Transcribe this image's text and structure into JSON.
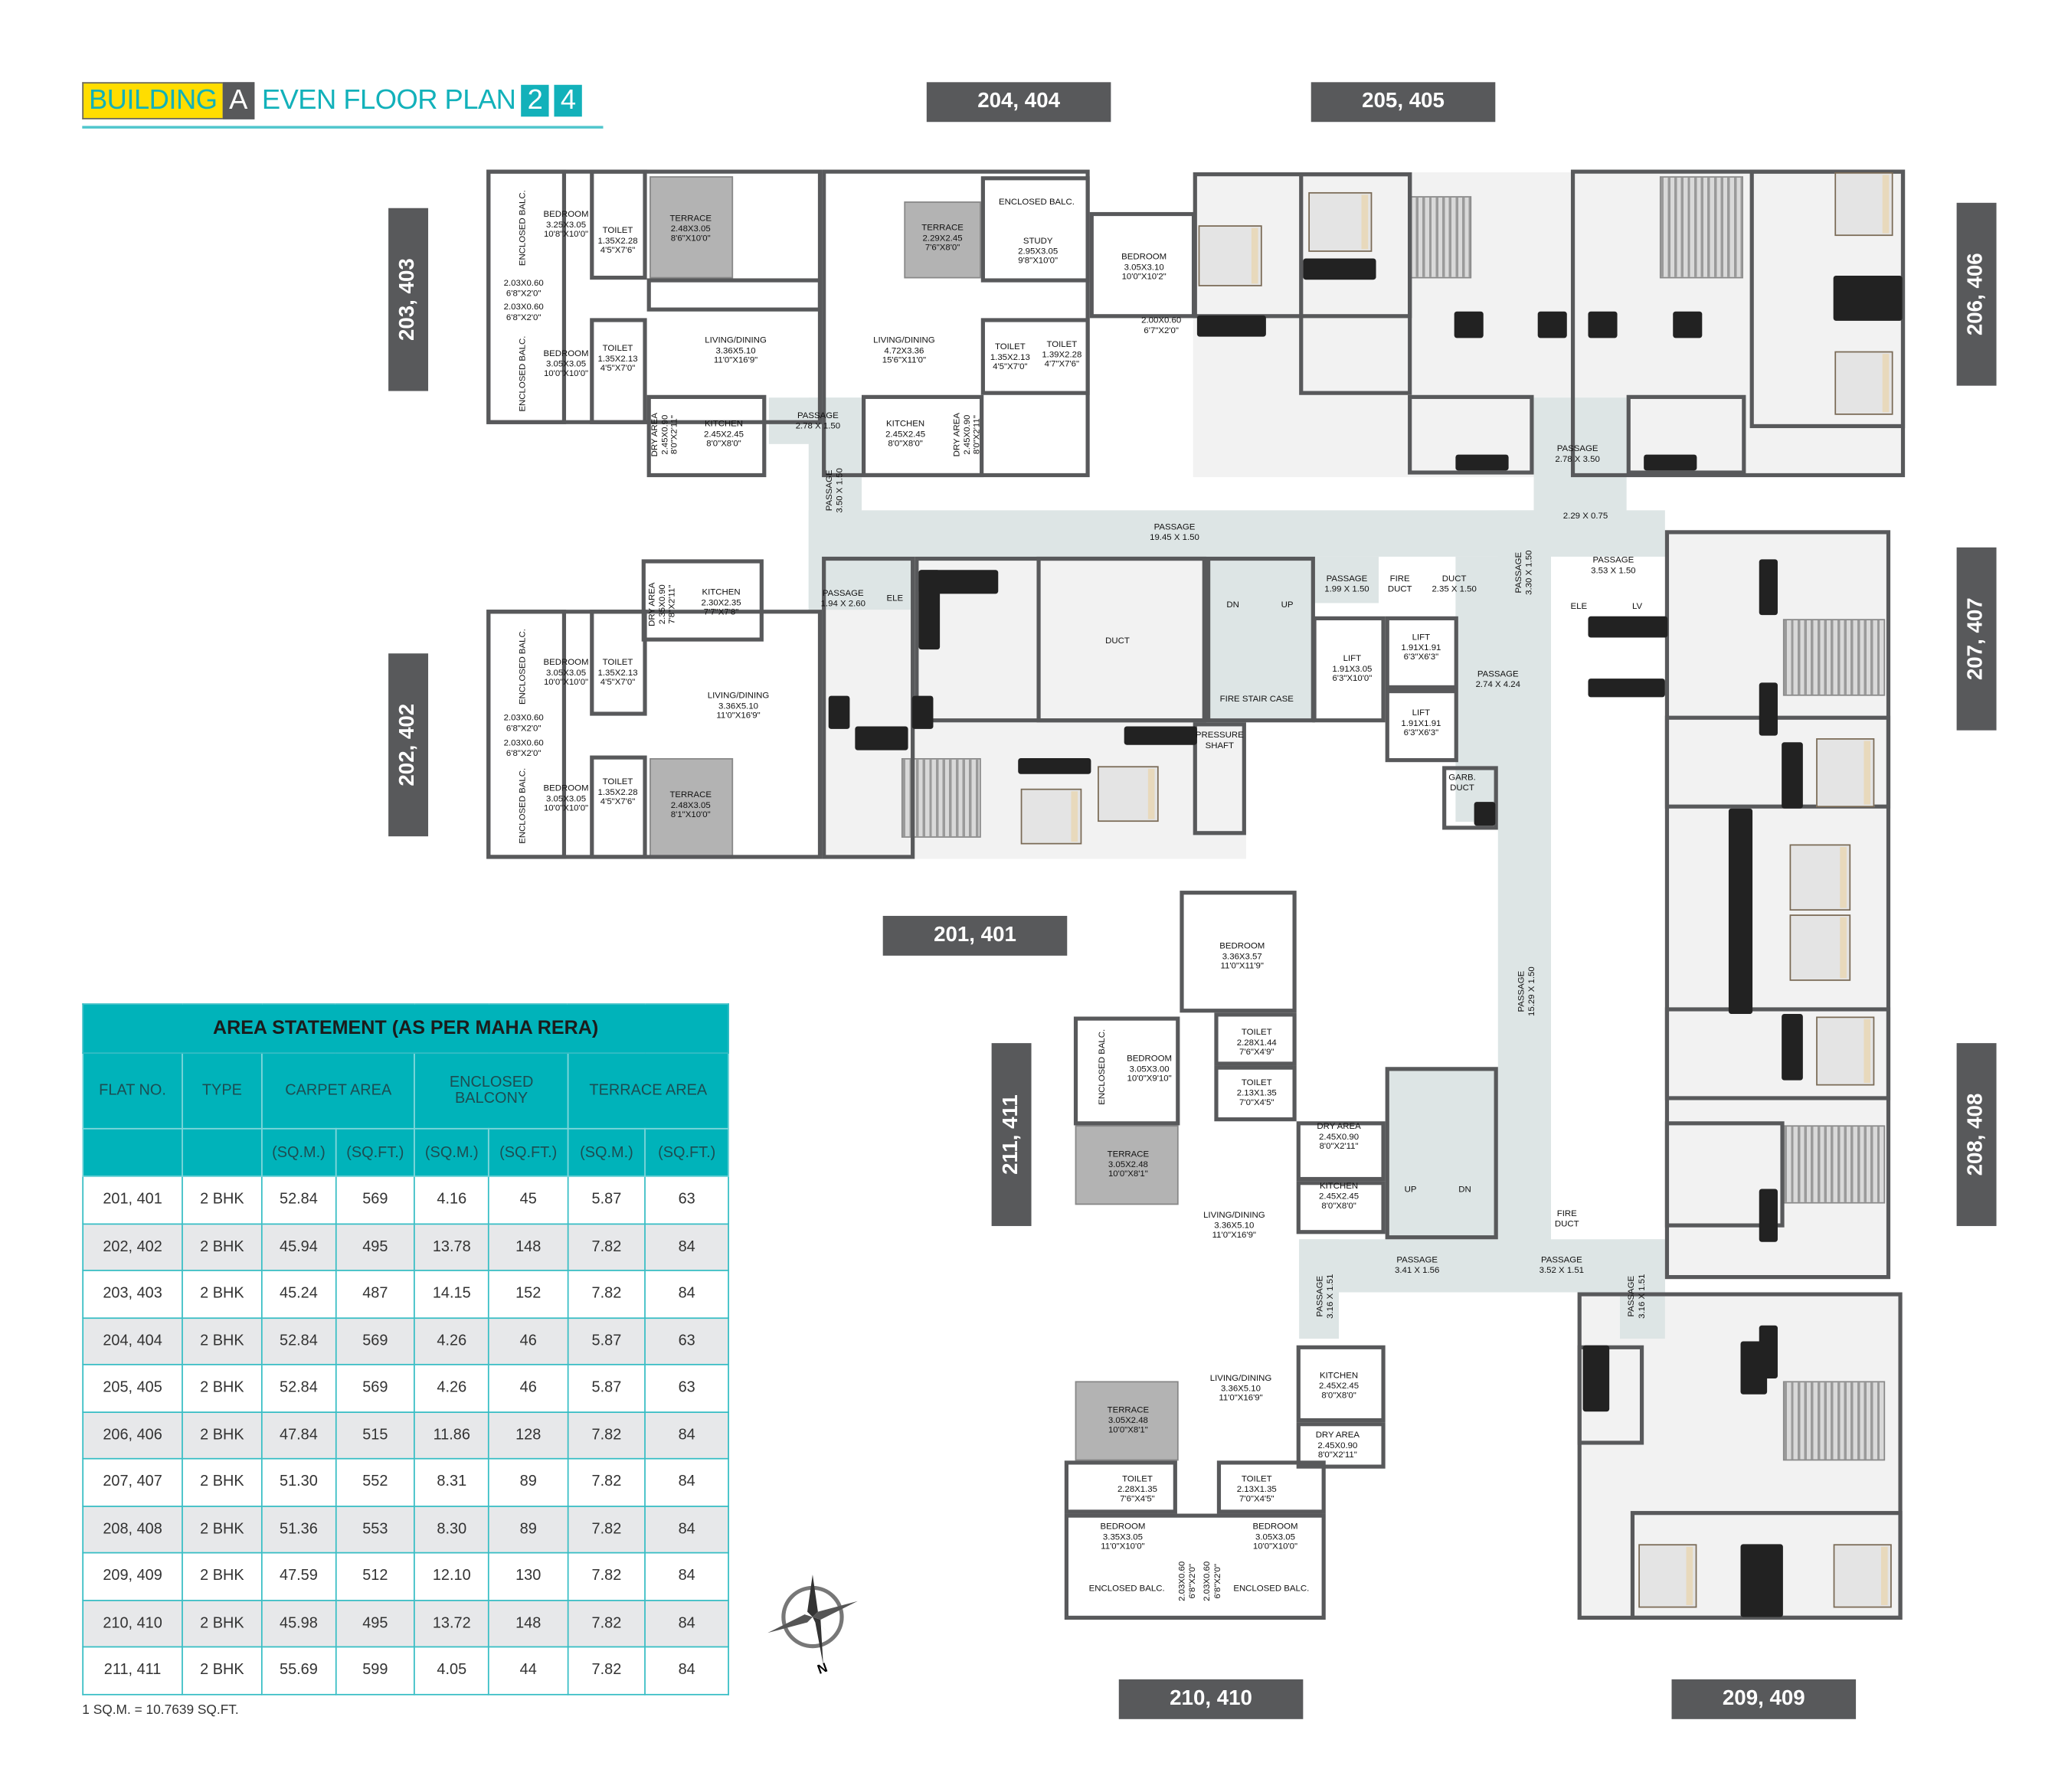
{
  "title": {
    "building": "BUILDING",
    "block": "A",
    "plan": "EVEN FLOOR PLAN",
    "floors": [
      "2",
      "4"
    ]
  },
  "colors": {
    "teal": "#00b3ba",
    "yellow": "#ffdd00",
    "dark_gray": "#58595b",
    "passage": "#dde5e5",
    "terrace": "#b3b3b3"
  },
  "unit_tags": {
    "u204": "204, 404",
    "u205": "205, 405",
    "u203": "203, 403",
    "u202": "202, 402",
    "u201": "201, 401",
    "u206": "206, 406",
    "u207": "207, 407",
    "u208": "208, 408",
    "u211": "211, 411",
    "u210": "210, 410",
    "u209": "209, 409"
  },
  "plan": {
    "labels": [
      "ENCLOSED BALC.",
      "BEDROOM\n3.25X3.05\n10'8\"X10'0\"",
      "TOILET\n1.35X2.28\n4'5\"X7'6\"",
      "TERRACE\n2.48X3.05\n8'6\"X10'0\"",
      "2.03X0.60\n6'8\"X2'0\"",
      "2.03X0.60\n6'8\"X2'0\"",
      "ENCLOSED BALC.",
      "BEDROOM\n3.05X3.05\n10'0\"X10'0\"",
      "TOILET\n1.35X2.13\n4'5\"X7'0\"",
      "LIVING/DINING\n3.36X5.10\n11'0\"X16'9\"",
      "DRY AREA\n2.45X0.90\n8'0\"X2'11\"",
      "KITCHEN\n2.45X2.45\n8'0\"X8'0\"",
      "PASSAGE\n2.78 X 1.50",
      "LIVING/DINING\n4.72X3.36\n15'6\"X11'0\"",
      "KITCHEN\n2.45X2.45\n8'0\"X8'0\"",
      "DRY AREA\n2.45X0.90\n8'0\"X2'11\"",
      "TERRACE\n2.29X2.45\n7'6\"X8'0\"",
      "ENCLOSED BALC.",
      "STUDY\n2.95X3.05\n9'8\"X10'0\"",
      "TOILET\n1.35X2.13\n4'5\"X7'0\"",
      "TOILET\n1.39X2.28\n4'7\"X7'6\"",
      "BEDROOM\n3.05X3.10\n10'0\"X10'2\"",
      "2.00X0.60\n6'7\"X2'0\"",
      "PASSAGE\n2.78 X 3.50",
      "2.29 X 0.75",
      "PASSAGE\n19.45 X 1.50",
      "PASSAGE\n3.50 X 1.50",
      "PASSAGE\n1.94 X 2.60",
      "ELE",
      "DUCT",
      "DN",
      "UP",
      "FIRE STAIR CASE",
      "PASSAGE\n1.99 X 1.50",
      "FIRE\nDUCT",
      "DUCT\n2.35 X 1.50",
      "PASSAGE\n3.30 X 1.50",
      "PASSAGE\n3.53 X 1.50",
      "ELE",
      "LV",
      "LIFT\n1.91X3.05\n6'3\"X10'0\"",
      "LIFT\n1.91X1.91\n6'3\"X6'3\"",
      "LIFT\n1.91X1.91\n6'3\"X6'3\"",
      "PASSAGE\n2.74 X 4.24",
      "PRESSURE\nSHAFT",
      "GARB.\nDUCT",
      "DRY AREA\n2.35X0.90\n7'8\"X2'11\"",
      "KITCHEN\n2.30X2.35\n7'7\"X7'8\"",
      "ENCLOSED BALC.",
      "BEDROOM\n3.05X3.05\n10'0\"X10'0\"",
      "TOILET\n1.35X2.13\n4'5\"X7'0\"",
      "2.03X0.60\n6'8\"X2'0\"",
      "2.03X0.60\n6'8\"X2'0\"",
      "LIVING/DINING\n3.36X5.10\n11'0\"X16'9\"",
      "ENCLOSED BALC.",
      "BEDROOM\n3.05X3.05\n10'0\"X10'0\"",
      "TOILET\n1.35X2.28\n4'5\"X7'6\"",
      "TERRACE\n2.48X3.05\n8'1\"X10'0\"",
      "BEDROOM\n3.36X3.57\n11'0\"X11'9\"",
      "ENCLOSED BALC.",
      "BEDROOM\n3.05X3.00\n10'0\"X9'10\"",
      "TOILET\n2.28X1.44\n7'6\"X4'9\"",
      "TOILET\n2.13X1.35\n7'0\"X4'5\"",
      "TERRACE\n3.05X2.48\n10'0\"X8'1\"",
      "LIVING/DINING\n3.36X5.10\n11'0\"X16'9\"",
      "DRY AREA\n2.45X0.90\n8'0\"X2'11\"",
      "KITCHEN\n2.45X2.45\n8'0\"X8'0\"",
      "UP",
      "DN",
      "PASSAGE\n15.29 X 1.50",
      "FIRE\nDUCT",
      "PASSAGE\n3.41 X 1.56",
      "PASSAGE\n3.52 X 1.51",
      "PASSAGE\n3.16 X 1.51",
      "PASSAGE\n3.16 X 1.51",
      "LIVING/DINING\n3.36X5.10\n11'0\"X16'9\"",
      "KITCHEN\n2.45X2.45\n8'0\"X8'0\"",
      "DRY AREA\n2.45X0.90\n8'0\"X2'11\"",
      "TERRACE\n3.05X2.48\n10'0\"X8'1\"",
      "TOILET\n2.28X1.35\n7'6\"X4'5\"",
      "TOILET\n2.13X1.35\n7'0\"X4'5\"",
      "BEDROOM\n3.35X3.05\n11'0\"X10'0\"",
      "BEDROOM\n3.05X3.05\n10'0\"X10'0\"",
      "ENCLOSED BALC.",
      "ENCLOSED BALC.",
      "2.03X0.60\n6'8\"X2'0\"",
      "2.03X0.60\n6'8\"X2'0\""
    ]
  },
  "compass": {
    "north_label": "N"
  },
  "area_table": {
    "title": "AREA STATEMENT (AS PER MAHA RERA)",
    "headers": {
      "flat_no": "FLAT NO.",
      "type": "TYPE",
      "carpet": "CARPET AREA",
      "enclosed": "ENCLOSED\nBALCONY",
      "terrace": "TERRACE AREA"
    },
    "units": {
      "sqm": "(SQ.M.)",
      "sqft": "(SQ.FT.)"
    },
    "rows": [
      [
        "201, 401",
        "2 BHK",
        "52.84",
        "569",
        "4.16",
        "45",
        "5.87",
        "63"
      ],
      [
        "202, 402",
        "2 BHK",
        "45.94",
        "495",
        "13.78",
        "148",
        "7.82",
        "84"
      ],
      [
        "203, 403",
        "2 BHK",
        "45.24",
        "487",
        "14.15",
        "152",
        "7.82",
        "84"
      ],
      [
        "204, 404",
        "2 BHK",
        "52.84",
        "569",
        "4.26",
        "46",
        "5.87",
        "63"
      ],
      [
        "205, 405",
        "2 BHK",
        "52.84",
        "569",
        "4.26",
        "46",
        "5.87",
        "63"
      ],
      [
        "206, 406",
        "2 BHK",
        "47.84",
        "515",
        "11.86",
        "128",
        "7.82",
        "84"
      ],
      [
        "207, 407",
        "2 BHK",
        "51.30",
        "552",
        "8.31",
        "89",
        "7.82",
        "84"
      ],
      [
        "208, 408",
        "2 BHK",
        "51.36",
        "553",
        "8.30",
        "89",
        "7.82",
        "84"
      ],
      [
        "209, 409",
        "2 BHK",
        "47.59",
        "512",
        "12.10",
        "130",
        "7.82",
        "84"
      ],
      [
        "210, 410",
        "2 BHK",
        "45.98",
        "495",
        "13.72",
        "148",
        "7.82",
        "84"
      ],
      [
        "211, 411",
        "2 BHK",
        "55.69",
        "599",
        "4.05",
        "44",
        "7.82",
        "84"
      ]
    ],
    "footnote": "1 SQ.M. = 10.7639 SQ.FT."
  }
}
